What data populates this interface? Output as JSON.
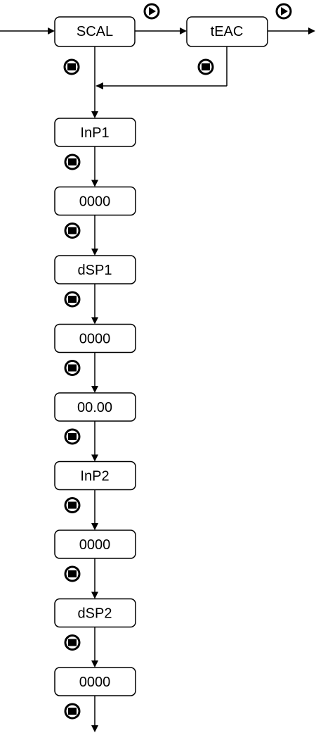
{
  "menu": {
    "top_row": [
      {
        "id": "scal",
        "label": "SCAL"
      },
      {
        "id": "teac",
        "label": "tEAC"
      }
    ],
    "column": [
      {
        "id": "inp1",
        "label": "InP1"
      },
      {
        "id": "val1",
        "label": "0000"
      },
      {
        "id": "dsp1",
        "label": "dSP1"
      },
      {
        "id": "val2",
        "label": "0000"
      },
      {
        "id": "dec",
        "label": "00.00"
      },
      {
        "id": "inp2",
        "label": "InP2"
      },
      {
        "id": "val3",
        "label": "0000"
      },
      {
        "id": "dsp2",
        "label": "dSP2"
      },
      {
        "id": "val4",
        "label": "0000"
      }
    ]
  },
  "buttons": {
    "next": {
      "icon": "play-button-icon"
    },
    "enter": {
      "icon": "stop-button-icon"
    }
  }
}
